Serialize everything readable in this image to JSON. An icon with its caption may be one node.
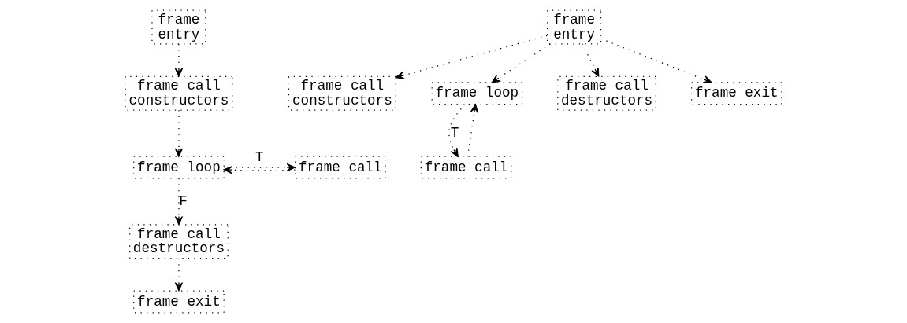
{
  "diagram": {
    "nodes": [
      {
        "text": [
          "frame entry"
        ]
      },
      {
        "text": [
          "frame call constructors"
        ]
      },
      {
        "text": [
          "frame loop"
        ]
      },
      {
        "text": [
          "frame call"
        ]
      },
      {
        "text": [
          "frame call destructors"
        ]
      },
      {
        "text": [
          "frame exit"
        ]
      },
      {
        "text": [
          "frame entry"
        ]
      },
      {
        "text": [
          "frame call constructors"
        ]
      },
      {
        "text": [
          "frame loop"
        ]
      },
      {
        "text": [
          "frame call destructors"
        ]
      },
      {
        "text": [
          "frame exit"
        ]
      },
      {
        "text": [
          "frame call"
        ]
      }
    ],
    "edges": [
      {
        "from": 0,
        "to": 1,
        "arrow": "to"
      },
      {
        "from": 1,
        "to": 2,
        "arrow": "to"
      },
      {
        "from": 2,
        "to": 3,
        "arrow": "to",
        "label": "T"
      },
      {
        "from": 3,
        "to": 2,
        "arrow": "to"
      },
      {
        "from": 2,
        "to": 4,
        "arrow": "to",
        "label": "F"
      },
      {
        "from": 4,
        "to": 5,
        "arrow": "to"
      },
      {
        "from": 6,
        "to": 7,
        "arrow": "to"
      },
      {
        "from": 6,
        "to": 8,
        "arrow": "to"
      },
      {
        "from": 6,
        "to": 9,
        "arrow": "to"
      },
      {
        "from": 6,
        "to": 10,
        "arrow": "to"
      },
      {
        "from": 8,
        "to": 11,
        "arrow": "to",
        "label": "T"
      },
      {
        "from": 11,
        "to": 8,
        "arrow": "to"
      }
    ]
  }
}
